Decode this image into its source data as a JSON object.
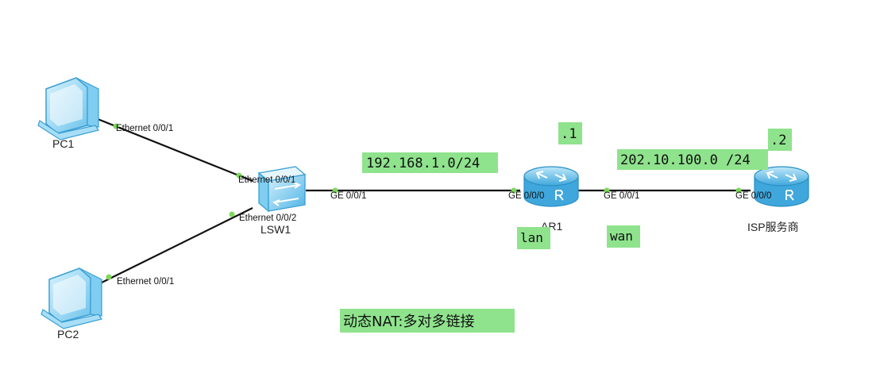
{
  "devices": {
    "pc1": {
      "label": "PC1"
    },
    "pc2": {
      "label": "PC2"
    },
    "lsw1": {
      "label": "LSW1"
    },
    "ar1": {
      "label": "AR1"
    },
    "isp": {
      "label": "ISP服务商"
    }
  },
  "ports": {
    "pc1_eth": "Ethernet 0/0/1",
    "pc2_eth": "Ethernet 0/0/1",
    "lsw1_eth1": "Ethernet 0/0/1",
    "lsw1_eth2": "Ethernet 0/0/2",
    "lsw1_ge": "GE 0/0/1",
    "ar1_ge0": "GE 0/0/0",
    "ar1_ge1": "GE 0/0/1",
    "isp_ge0": "GE 0/0/0"
  },
  "tags": {
    "lan_subnet": "192.168.1.0/24",
    "wan_subnet": "202.10.100.0 /24",
    "ar1_host": ".1",
    "isp_host": ".2",
    "lan": "lan",
    "wan": "wan",
    "caption": "动态NAT:多对多链接"
  },
  "colors": {
    "tag_background": "#8fe38d",
    "link": "#111111",
    "port_dot": "#7ed85a",
    "device_blue": "#4fb3e6"
  }
}
